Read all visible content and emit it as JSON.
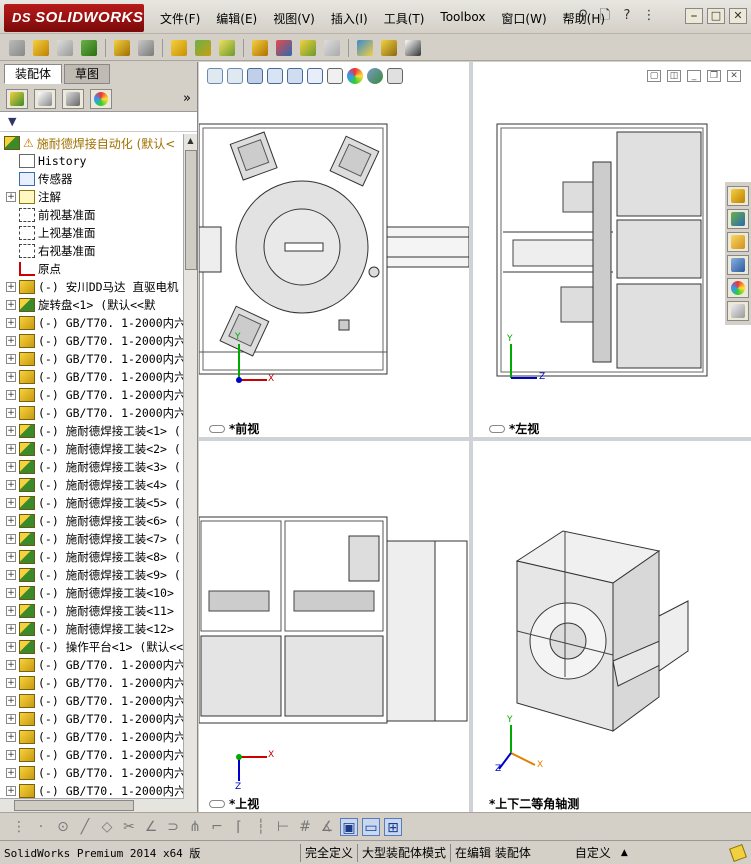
{
  "app": {
    "logo_text": "SOLIDWORKS",
    "logo_ds": "DS"
  },
  "menu": [
    "文件(F)",
    "编辑(E)",
    "视图(V)",
    "插入(I)",
    "工具(T)",
    "Toolbox",
    "窗口(W)",
    "帮助(H)"
  ],
  "title_tools": {
    "pin_icon": "pushpin-icon",
    "new_icon": "new-document-icon",
    "help_glyph": "?",
    "options_glyph": "⋮"
  },
  "window_controls": [
    "⎯",
    "□",
    "✕"
  ],
  "panel": {
    "tabs": [
      "装配体",
      "草图"
    ],
    "more_glyph": "»",
    "filter_glyph": "▼"
  },
  "tree": {
    "root_label": "施耐德焊接自动化  (默认<",
    "items": [
      {
        "exp": "",
        "icon": "history",
        "label": "History"
      },
      {
        "exp": "",
        "icon": "sensor",
        "label": "传感器"
      },
      {
        "exp": "+",
        "icon": "note",
        "label": "注解"
      },
      {
        "exp": "",
        "icon": "plane",
        "label": "前视基准面"
      },
      {
        "exp": "",
        "icon": "plane",
        "label": "上视基准面"
      },
      {
        "exp": "",
        "icon": "plane",
        "label": "右视基准面"
      },
      {
        "exp": "",
        "icon": "origin",
        "label": "原点"
      },
      {
        "exp": "+",
        "icon": "part",
        "label": "(-) 安川DD马达 直驱电机"
      },
      {
        "exp": "+",
        "icon": "asm",
        "label": "旋转盘<1> (默认<<默"
      },
      {
        "exp": "+",
        "icon": "part",
        "label": "(-) GB/T70. 1-2000内六"
      },
      {
        "exp": "+",
        "icon": "part",
        "label": "(-) GB/T70. 1-2000内六"
      },
      {
        "exp": "+",
        "icon": "part",
        "label": "(-) GB/T70. 1-2000内六"
      },
      {
        "exp": "+",
        "icon": "part",
        "label": "(-) GB/T70. 1-2000内六"
      },
      {
        "exp": "+",
        "icon": "part",
        "label": "(-) GB/T70. 1-2000内六"
      },
      {
        "exp": "+",
        "icon": "part",
        "label": "(-) GB/T70. 1-2000内六"
      },
      {
        "exp": "+",
        "icon": "asm",
        "label": "(-) 施耐德焊接工装<1> ("
      },
      {
        "exp": "+",
        "icon": "asm",
        "label": "(-) 施耐德焊接工装<2> ("
      },
      {
        "exp": "+",
        "icon": "asm",
        "label": "(-) 施耐德焊接工装<3> ("
      },
      {
        "exp": "+",
        "icon": "asm",
        "label": "(-) 施耐德焊接工装<4> ("
      },
      {
        "exp": "+",
        "icon": "asm",
        "label": "(-) 施耐德焊接工装<5> ("
      },
      {
        "exp": "+",
        "icon": "asm",
        "label": "(-) 施耐德焊接工装<6> ("
      },
      {
        "exp": "+",
        "icon": "asm",
        "label": "(-) 施耐德焊接工装<7> ("
      },
      {
        "exp": "+",
        "icon": "asm",
        "label": "(-) 施耐德焊接工装<8> ("
      },
      {
        "exp": "+",
        "icon": "asm",
        "label": "(-) 施耐德焊接工装<9> ("
      },
      {
        "exp": "+",
        "icon": "asm",
        "label": "(-) 施耐德焊接工装<10>"
      },
      {
        "exp": "+",
        "icon": "asm",
        "label": "(-) 施耐德焊接工装<11>"
      },
      {
        "exp": "+",
        "icon": "asm",
        "label": "(-) 施耐德焊接工装<12>"
      },
      {
        "exp": "+",
        "icon": "asm",
        "label": "(-) 操作平台<1> (默认<<"
      },
      {
        "exp": "+",
        "icon": "part",
        "label": "(-) GB/T70. 1-2000内六"
      },
      {
        "exp": "+",
        "icon": "part",
        "label": "(-) GB/T70. 1-2000内六"
      },
      {
        "exp": "+",
        "icon": "part",
        "label": "(-) GB/T70. 1-2000内六"
      },
      {
        "exp": "+",
        "icon": "part",
        "label": "(-) GB/T70. 1-2000内六"
      },
      {
        "exp": "+",
        "icon": "part",
        "label": "(-) GB/T70. 1-2000内六"
      },
      {
        "exp": "+",
        "icon": "part",
        "label": "(-) GB/T70. 1-2000内六"
      },
      {
        "exp": "+",
        "icon": "part",
        "label": "(-) GB/T70. 1-2000内六"
      },
      {
        "exp": "+",
        "icon": "part",
        "label": "(-) GB/T70. 1-2000内六"
      }
    ]
  },
  "viewports": {
    "front": "*前视",
    "left": "*左视",
    "top": "*上视",
    "iso": "*上下二等角轴测"
  },
  "axes": {
    "x": "X",
    "y": "Y",
    "z": "Z"
  },
  "status": {
    "app": "SolidWorks Premium 2014 x64 版",
    "cells": [
      "完全定义",
      "大型装配体模式",
      "在编辑 装配体"
    ],
    "units": "自定义",
    "up_glyph": "▲"
  },
  "colors": {
    "accent": "#1a3a8a",
    "logo_red": "#b81a1a",
    "tree_root": "#a07000"
  }
}
